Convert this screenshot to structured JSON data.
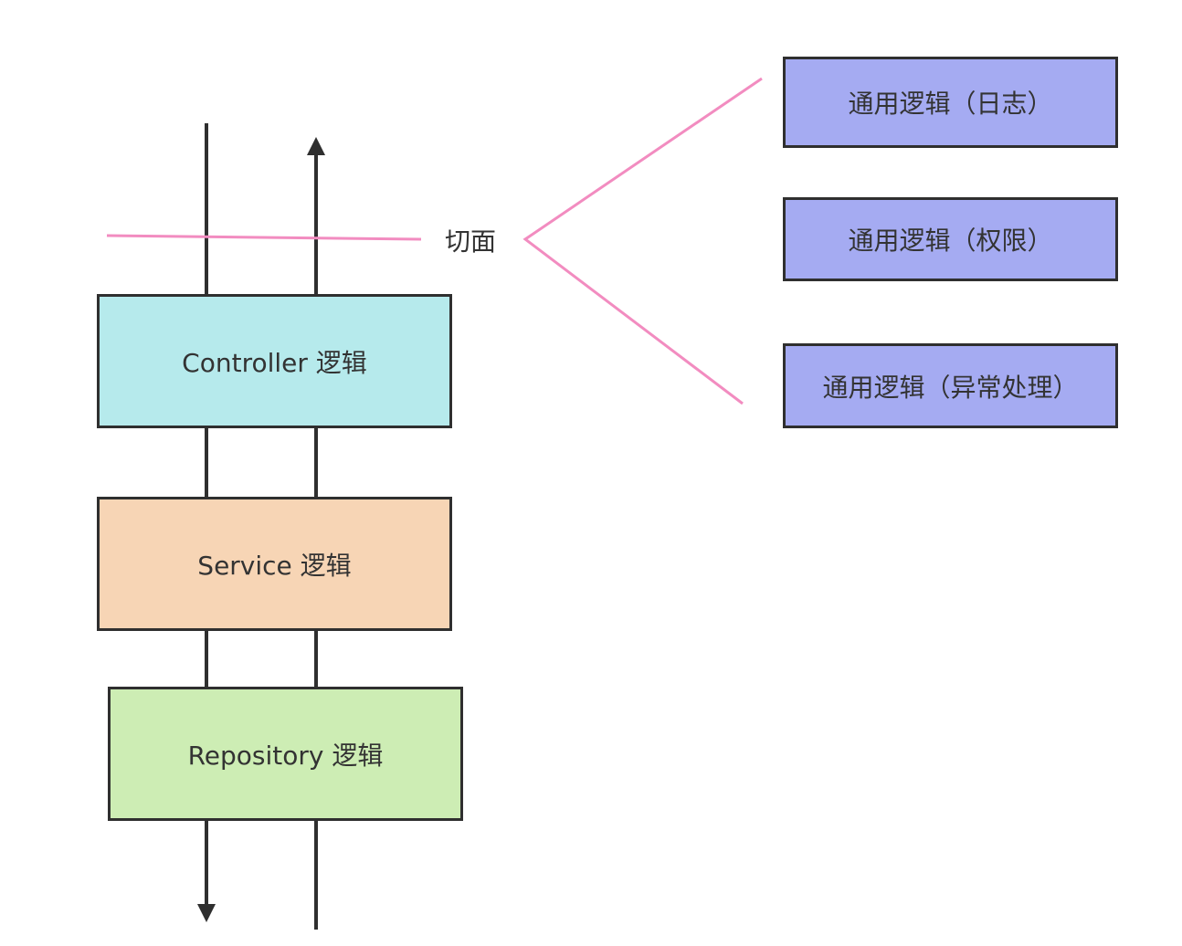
{
  "layers": [
    {
      "label": "Controller 逻辑",
      "color": "#b6eaec"
    },
    {
      "label": "Service 逻辑",
      "color": "#f7d5b5"
    },
    {
      "label": "Repository 逻辑",
      "color": "#cdedb4"
    }
  ],
  "aspect_label": "切面",
  "aspect_color": "#f28cc0",
  "concerns": [
    {
      "label": "通用逻辑（日志）",
      "color": "#a5abf2"
    },
    {
      "label": "通用逻辑（权限）",
      "color": "#a5abf2"
    },
    {
      "label": "通用逻辑（异常处理）",
      "color": "#a5abf2"
    }
  ]
}
